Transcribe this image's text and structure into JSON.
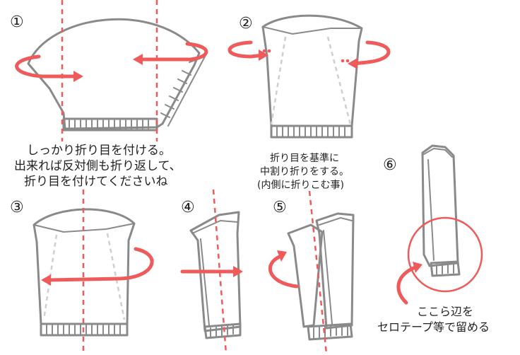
{
  "steps": [
    {
      "number": "①"
    },
    {
      "number": "②"
    },
    {
      "number": "③"
    },
    {
      "number": "④"
    },
    {
      "number": "⑤"
    },
    {
      "number": "⑥"
    }
  ],
  "captions": {
    "step1": [
      "しっかり折り目を付ける。",
      "出来れば反対側も折り返して、",
      "折り目を付けてくださいね"
    ],
    "step2": [
      "折り目を基準に",
      "中割り折りをする。",
      "(内側に折りこむ事)"
    ],
    "step6": [
      "ここら辺を",
      "セロテープ等で留める"
    ]
  },
  "colors": {
    "accent": "#ef5a5a",
    "line": "#8a8a8a",
    "ghost": "#cfcfcf"
  }
}
